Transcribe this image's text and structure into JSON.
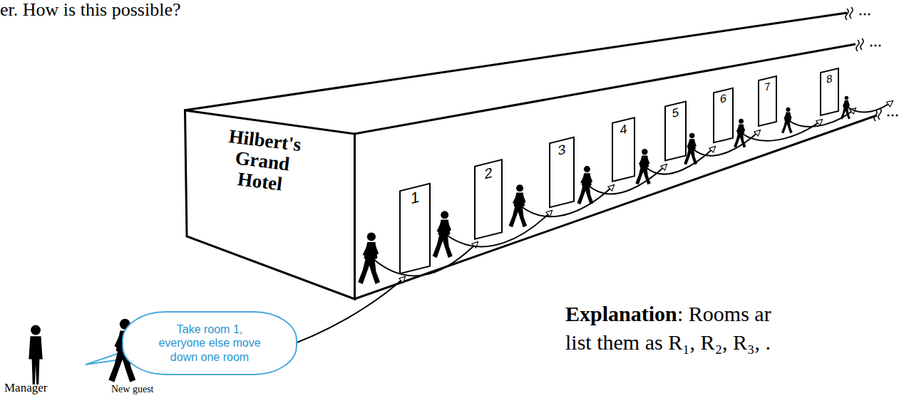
{
  "diagram": {
    "nodes": [
      {
        "text": [
          "Hilbert's Grand Hotel"
        ]
      },
      {
        "text": [
          "1"
        ]
      },
      {
        "text": [
          "2"
        ]
      },
      {
        "text": [
          "3"
        ]
      },
      {
        "text": [
          "4"
        ]
      },
      {
        "text": [
          "5"
        ]
      },
      {
        "text": [
          "6"
        ]
      },
      {
        "text": [
          "7"
        ]
      },
      {
        "text": [
          "8"
        ]
      },
      {
        "text": [
          "Take room 1, everyone else move down one room"
        ]
      }
    ],
    "labels": [
      "er. How is this possible?",
      "Explanation",
      ": Rooms ar",
      "list them as R₁, R₂, R₃, .",
      "Manager",
      "New guest"
    ]
  }
}
